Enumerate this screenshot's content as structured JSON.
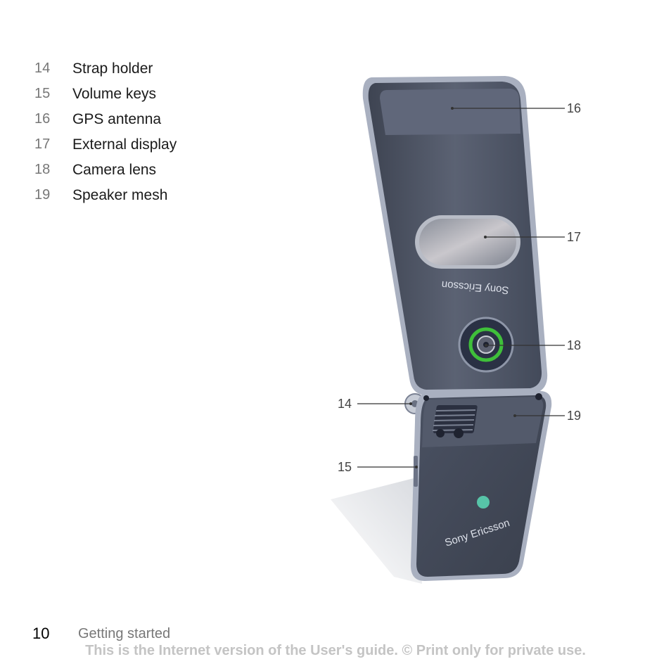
{
  "legend": [
    {
      "number": "14",
      "label": "Strap holder"
    },
    {
      "number": "15",
      "label": "Volume keys"
    },
    {
      "number": "16",
      "label": "GPS antenna"
    },
    {
      "number": "17",
      "label": "External display"
    },
    {
      "number": "18",
      "label": "Camera lens"
    },
    {
      "number": "19",
      "label": "Speaker mesh"
    }
  ],
  "illustration": {
    "brand_upper": "Sony Ericsson",
    "brand_lower": "Sony Ericsson",
    "callouts": [
      "16",
      "17",
      "18",
      "14",
      "19",
      "15"
    ],
    "colors": {
      "body": "#4e5566",
      "frame": "#a9b0c0",
      "lens_ring": "#3fbf3a"
    }
  },
  "footer": {
    "page_number": "10",
    "section": "Getting started",
    "notice": "This is the Internet version of the User's guide. © Print only for private use."
  }
}
